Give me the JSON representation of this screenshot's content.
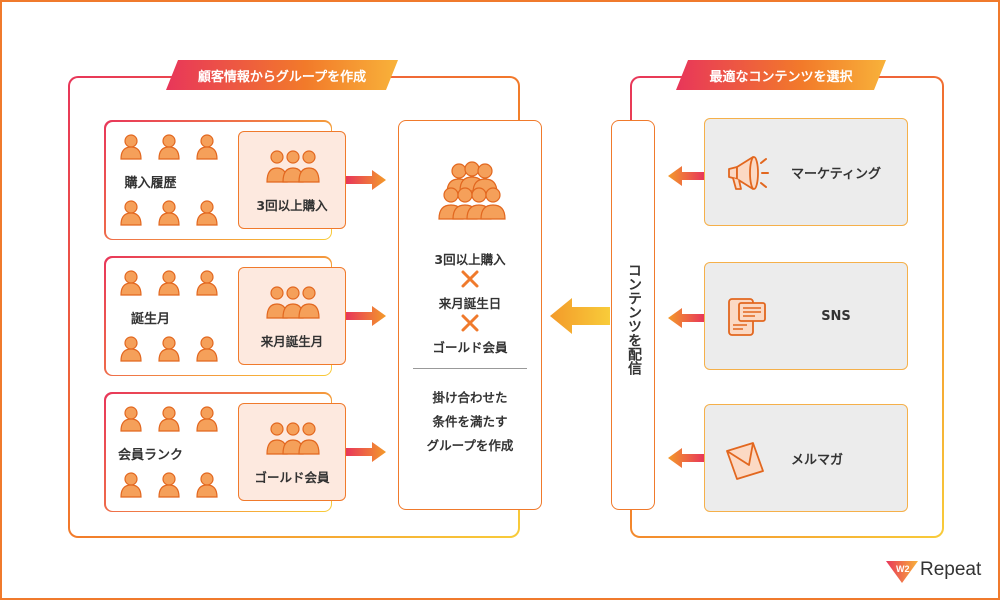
{
  "left_panel": {
    "title": "顧客情報からグループを作成"
  },
  "right_panel": {
    "title": "最適なコンテンツを選択"
  },
  "rows": [
    {
      "label": "購入履歴",
      "condition": "3回以上購入"
    },
    {
      "label": "誕生月",
      "condition": "来月誕生月"
    },
    {
      "label": "会員ランク",
      "condition": "ゴールド会員"
    }
  ],
  "center": {
    "conditions": [
      "3回以上購入",
      "来月誕生日",
      "ゴールド会員"
    ],
    "result_lines": [
      "掛け合わせた",
      "条件を満たす",
      "グループを作成"
    ]
  },
  "distribution": {
    "label": "コンテンツを配信"
  },
  "contents": [
    {
      "label": "マーケティング",
      "icon": "megaphone-icon"
    },
    {
      "label": "SNS",
      "icon": "mobile-chat-icon"
    },
    {
      "label": "メルマガ",
      "icon": "envelope-icon"
    }
  ],
  "logo": {
    "text": "Repeat",
    "mark": "W2"
  },
  "colors": {
    "accent": "#f07a2c",
    "pink": "#e8365a",
    "yellow": "#f8cc3a",
    "card_bg": "#ececec"
  }
}
